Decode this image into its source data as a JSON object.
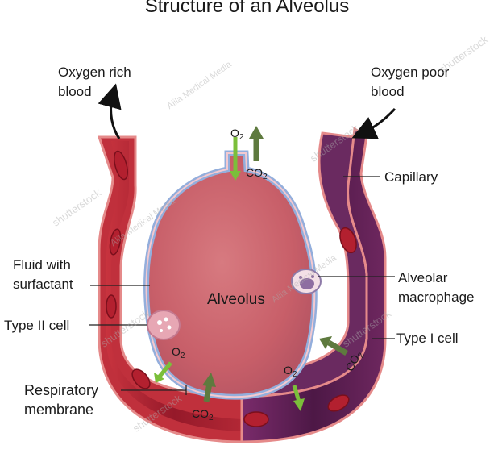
{
  "title": "Structure of an Alveolus",
  "labels": {
    "oxygen_rich": "Oxygen rich\nblood",
    "oxygen_poor": "Oxygen poor\nblood",
    "capillary": "Capillary",
    "fluid": "Fluid with\nsurfactant",
    "alveolus": "Alveolus",
    "macrophage": "Alveolar\nmacrophage",
    "type2": "Type II cell",
    "type1": "Type I cell",
    "respiratory": "Respiratory\nmembrane"
  },
  "gas": {
    "o2_base": "O",
    "co2_base": "CO",
    "sub": "2"
  },
  "colors": {
    "oxygen_rich_vessel": "#9b1c2e",
    "oxygen_poor_vessel": "#5a1f52",
    "alveolus_fill": "#d06a72",
    "membrane_blue": "#8fa9d6",
    "o2_arrow": "#7bbf3a",
    "co2_arrow": "#5e7a3e"
  },
  "watermarks": {
    "brand": "shutterstock",
    "credit": "Alila Medical Media"
  }
}
